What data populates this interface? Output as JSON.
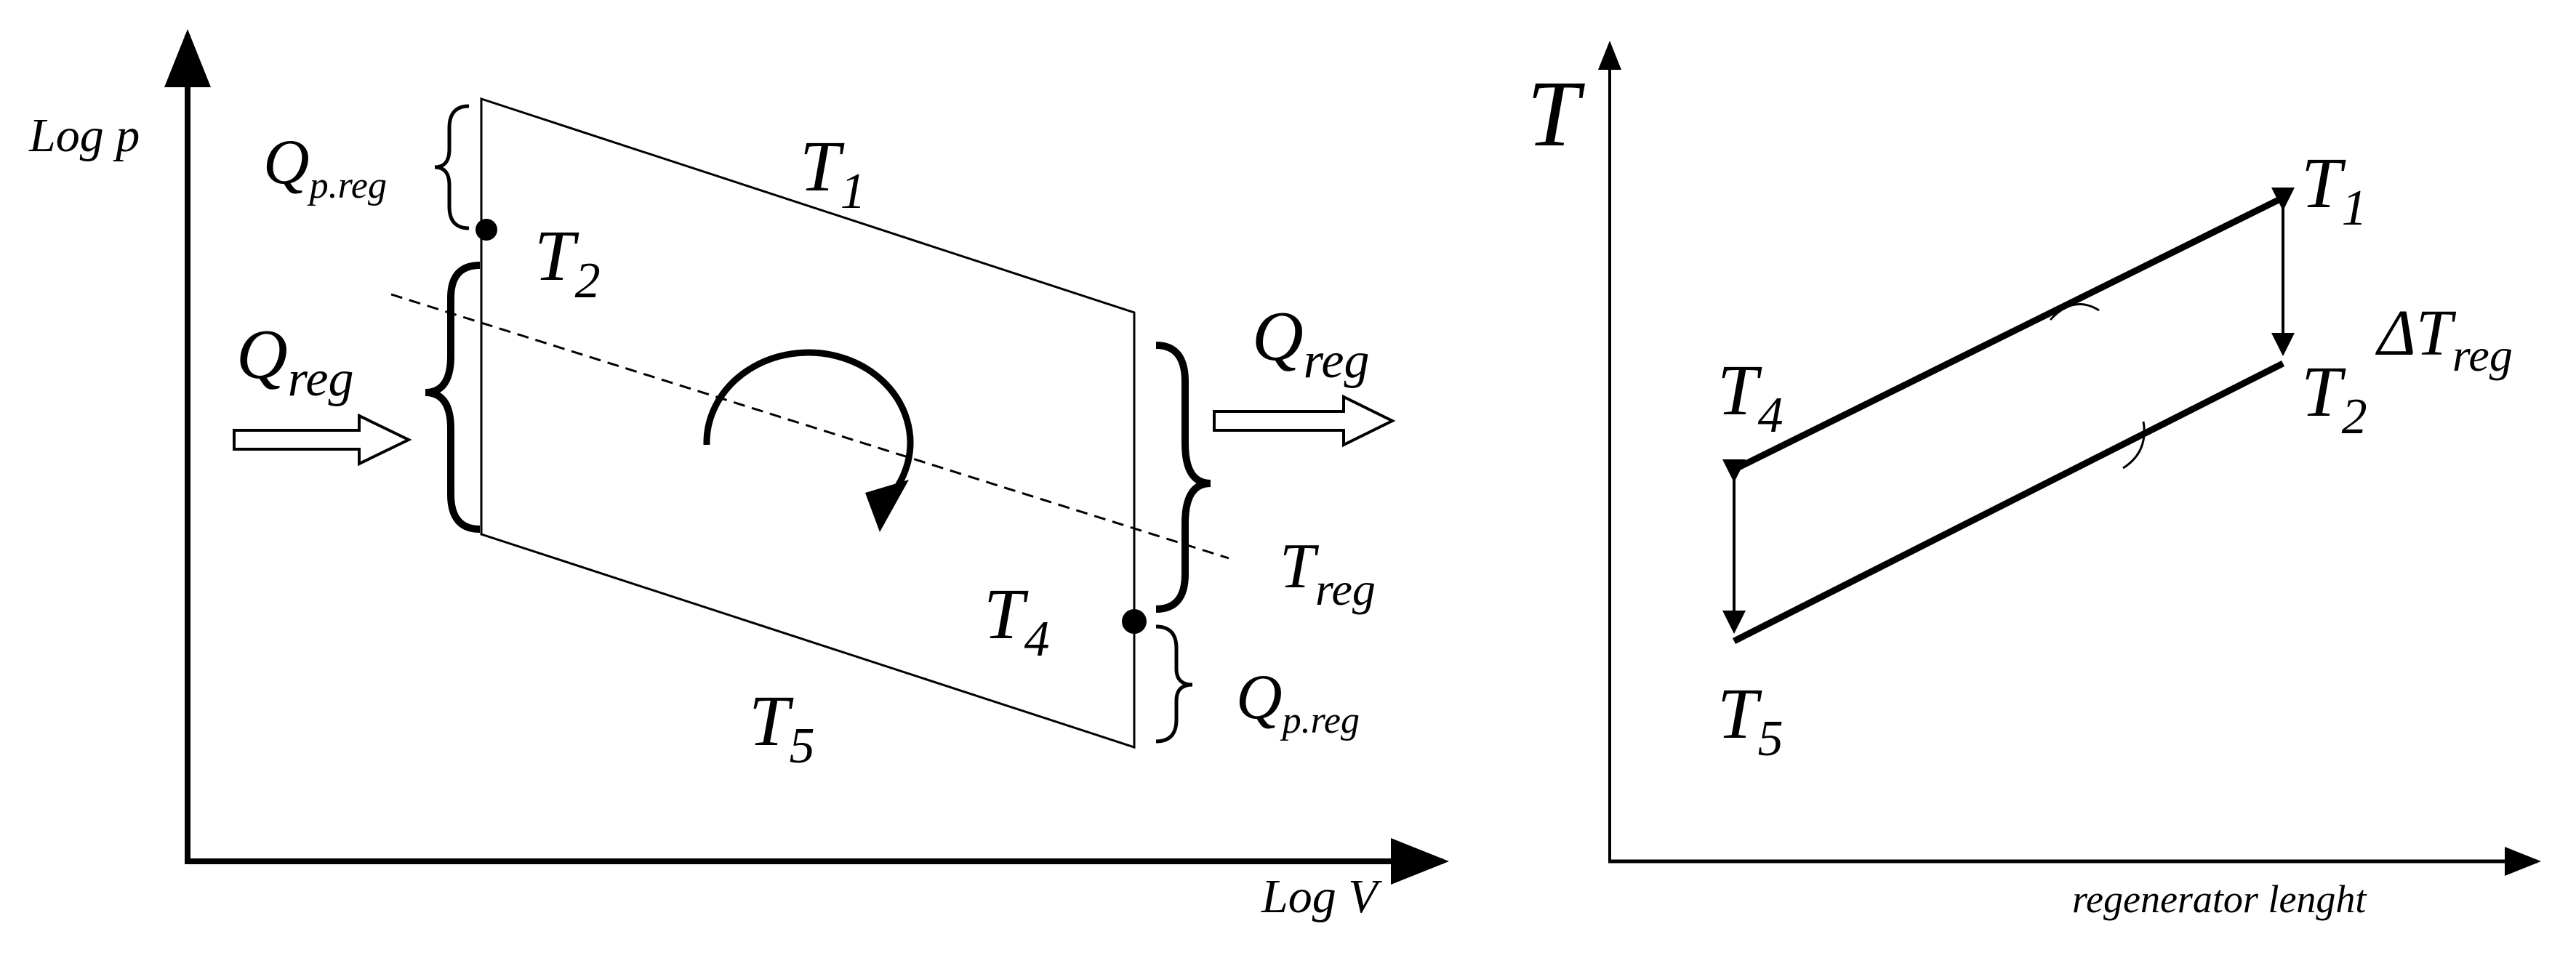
{
  "left_diagram": {
    "y_axis_label": "Log p",
    "x_axis_label": "Log V",
    "t1": {
      "main": "T",
      "sub": "1"
    },
    "t2": {
      "main": "T",
      "sub": "2"
    },
    "t4": {
      "main": "T",
      "sub": "4"
    },
    "t5": {
      "main": "T",
      "sub": "5"
    },
    "treg": {
      "main": "T",
      "sub": "reg"
    },
    "q_reg_in": {
      "main": "Q",
      "sub": "reg"
    },
    "q_reg_out": {
      "main": "Q",
      "sub": "reg"
    },
    "q_preg_top": {
      "main": "Q",
      "sub": "p.reg"
    },
    "q_preg_bottom": {
      "main": "Q",
      "sub": "p.reg"
    }
  },
  "right_diagram": {
    "y_axis_label": "T",
    "x_axis_label": "regenerator lenght",
    "t1": {
      "main": "T",
      "sub": "1"
    },
    "t2": {
      "main": "T",
      "sub": "2"
    },
    "t4": {
      "main": "T",
      "sub": "4"
    },
    "t5": {
      "main": "T",
      "sub": "5"
    },
    "delta_treg": {
      "main": "ΔT",
      "sub": "reg"
    }
  }
}
